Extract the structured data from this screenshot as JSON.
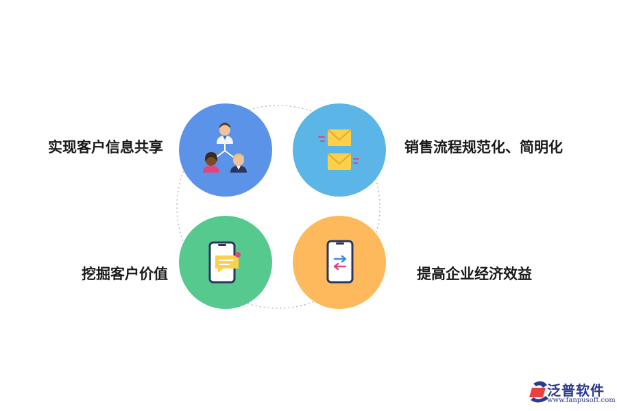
{
  "items": [
    {
      "label": "实现客户信息共享",
      "color": "#5b93e8",
      "icon": "team-share-icon"
    },
    {
      "label": "销售流程规范化、简明化",
      "color": "#5bb5e6",
      "icon": "envelopes-icon"
    },
    {
      "label": "挖掘客户价值",
      "color": "#56c98f",
      "icon": "phone-message-icon"
    },
    {
      "label": "提高企业经济效益",
      "color": "#fdb95b",
      "icon": "phone-transfer-icon"
    }
  ],
  "logo": {
    "name": "泛普软件",
    "url": "www.fanpusoft.com"
  }
}
